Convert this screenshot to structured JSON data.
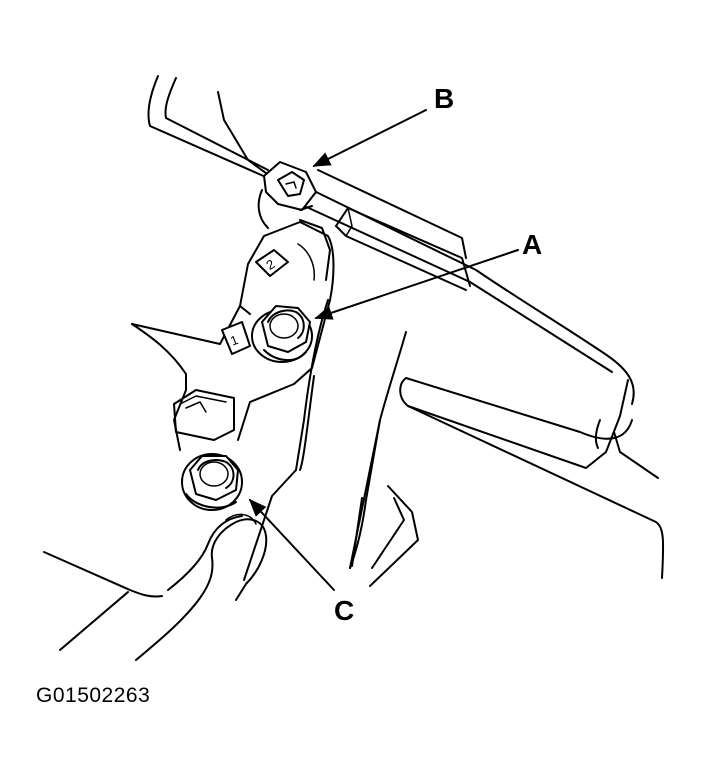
{
  "figure": {
    "code": "G01502263"
  },
  "callouts": {
    "a": "A",
    "b": "B",
    "c": "C"
  },
  "stamped_marks": {
    "upper": "2",
    "lower": "1"
  },
  "colors": {
    "ink": "#000000",
    "paper": "#ffffff"
  }
}
